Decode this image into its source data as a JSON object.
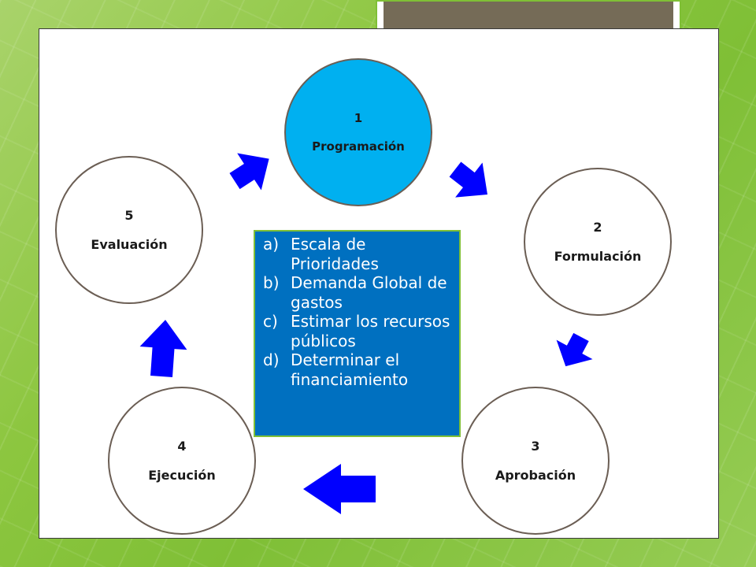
{
  "steps": [
    {
      "number": "1",
      "label": "Programación"
    },
    {
      "number": "2",
      "label": "Formulación"
    },
    {
      "number": "3",
      "label": "Aprobación"
    },
    {
      "number": "4",
      "label": "Ejecución"
    },
    {
      "number": "5",
      "label": "Evaluación"
    }
  ],
  "info_box": {
    "items": [
      {
        "marker": "a)",
        "text": "Escala de Prioridades"
      },
      {
        "marker": "b)",
        "text": "Demanda Global de gastos"
      },
      {
        "marker": "c)",
        "text": "Estimar los recursos públicos"
      },
      {
        "marker": "d)",
        "text": "Determinar el financiamiento"
      }
    ]
  },
  "colors": {
    "active_step": "#00b0f0",
    "info_box": "#0070c0",
    "arrow": "#0000ff",
    "background": "#8cc63f",
    "title_bar": "#756b57"
  },
  "icons": {
    "arrow": "block-arrow-icon"
  }
}
